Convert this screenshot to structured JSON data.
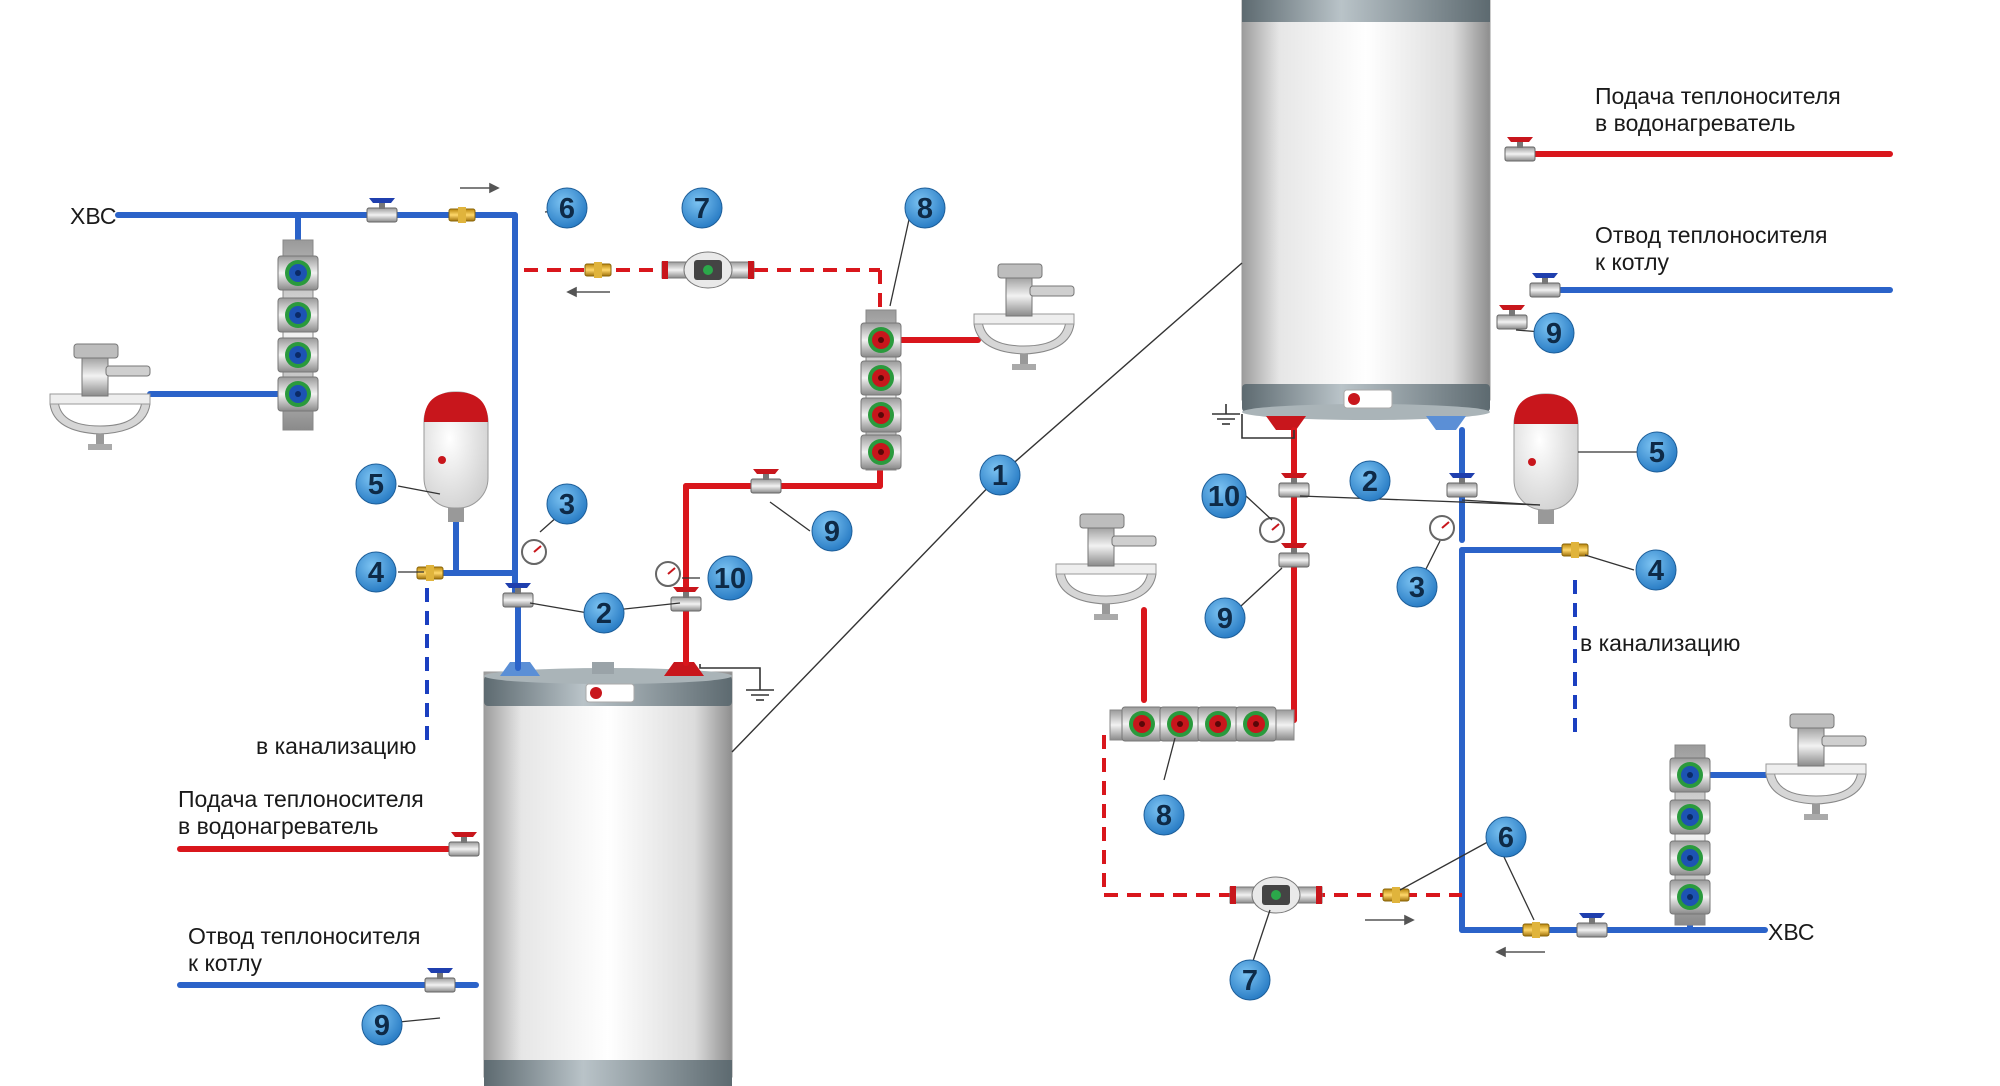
{
  "colors": {
    "cold_pipe": "#2b63c9",
    "hot_pipe": "#d9161c",
    "tank_body": "#f2f2f2",
    "tank_cap": "#8d9aa0",
    "callout_fill": "#2e8fd8",
    "callout_text": "#0e2a47"
  },
  "left": {
    "labels": {
      "cold_water": "ХВС",
      "drain": "в канализацию",
      "supply_line1": "Подача теплоносителя",
      "supply_line2": "в водонагреватель",
      "return_line1": "Отвод теплоносителя",
      "return_line2": "к котлу"
    },
    "callouts": {
      "c1": "1",
      "c2": "2",
      "c3": "3",
      "c4": "4",
      "c5": "5",
      "c6": "6",
      "c7": "7",
      "c8": "8",
      "c9a": "9",
      "c9b": "9",
      "c10": "10"
    }
  },
  "right": {
    "labels": {
      "cold_water": "ХВС",
      "drain": "в канализацию",
      "supply_line1": "Подача теплоносителя",
      "supply_line2": "в водонагреватель",
      "return_line1": "Отвод теплоносителя",
      "return_line2": "к котлу"
    },
    "callouts": {
      "c2": "2",
      "c3": "3",
      "c4": "4",
      "c5": "5",
      "c6": "6",
      "c7": "7",
      "c8": "8",
      "c9a": "9",
      "c9b": "9",
      "c10": "10"
    }
  },
  "icons": {
    "boiler_tank": "boiler-tank-icon",
    "expansion_tank": "expansion-tank-icon",
    "ball_valve": "ball-valve-icon",
    "faucet": "faucet-sink-icon",
    "pump": "circulation-pump-icon",
    "manifold": "manifold-icon",
    "ground": "ground-icon"
  }
}
